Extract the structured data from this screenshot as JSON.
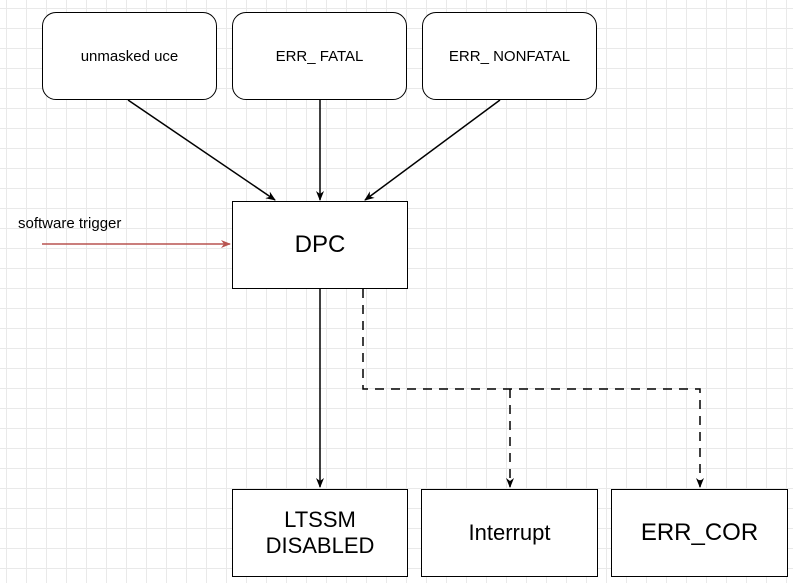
{
  "diagram": {
    "sources": [
      {
        "label": "unmasked uce"
      },
      {
        "label": "ERR_ FATAL"
      },
      {
        "label": "ERR_ NONFATAL"
      }
    ],
    "center": {
      "label": "DPC"
    },
    "side_input": {
      "label": "software trigger",
      "color": "#b85450"
    },
    "outputs": [
      {
        "label": "LTSSM\nDISABLED"
      },
      {
        "label": "Interrupt"
      },
      {
        "label": "ERR_COR"
      }
    ],
    "colors": {
      "line": "#000000",
      "grid": "#e9e9e9",
      "trigger_arrow": "#b85450"
    }
  }
}
